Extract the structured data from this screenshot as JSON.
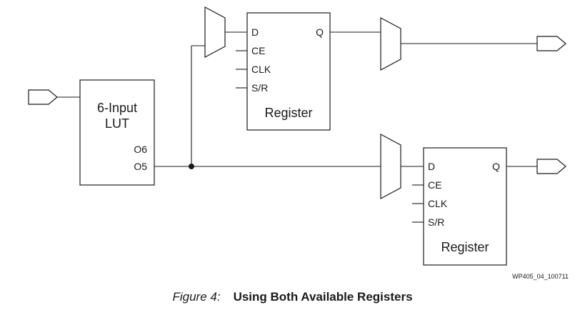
{
  "lut": {
    "line1": "6-Input",
    "line2": "LUT",
    "o6": "O6",
    "o5": "O5"
  },
  "register_top": {
    "d": "D",
    "q": "Q",
    "ce": "CE",
    "clk": "CLK",
    "sr": "S/R",
    "name": "Register"
  },
  "register_bottom": {
    "d": "D",
    "q": "Q",
    "ce": "CE",
    "clk": "CLK",
    "sr": "S/R",
    "name": "Register"
  },
  "figure_id": "WP405_04_100711",
  "caption": {
    "figure_label": "Figure 4:",
    "title": "Using Both Available Registers"
  }
}
